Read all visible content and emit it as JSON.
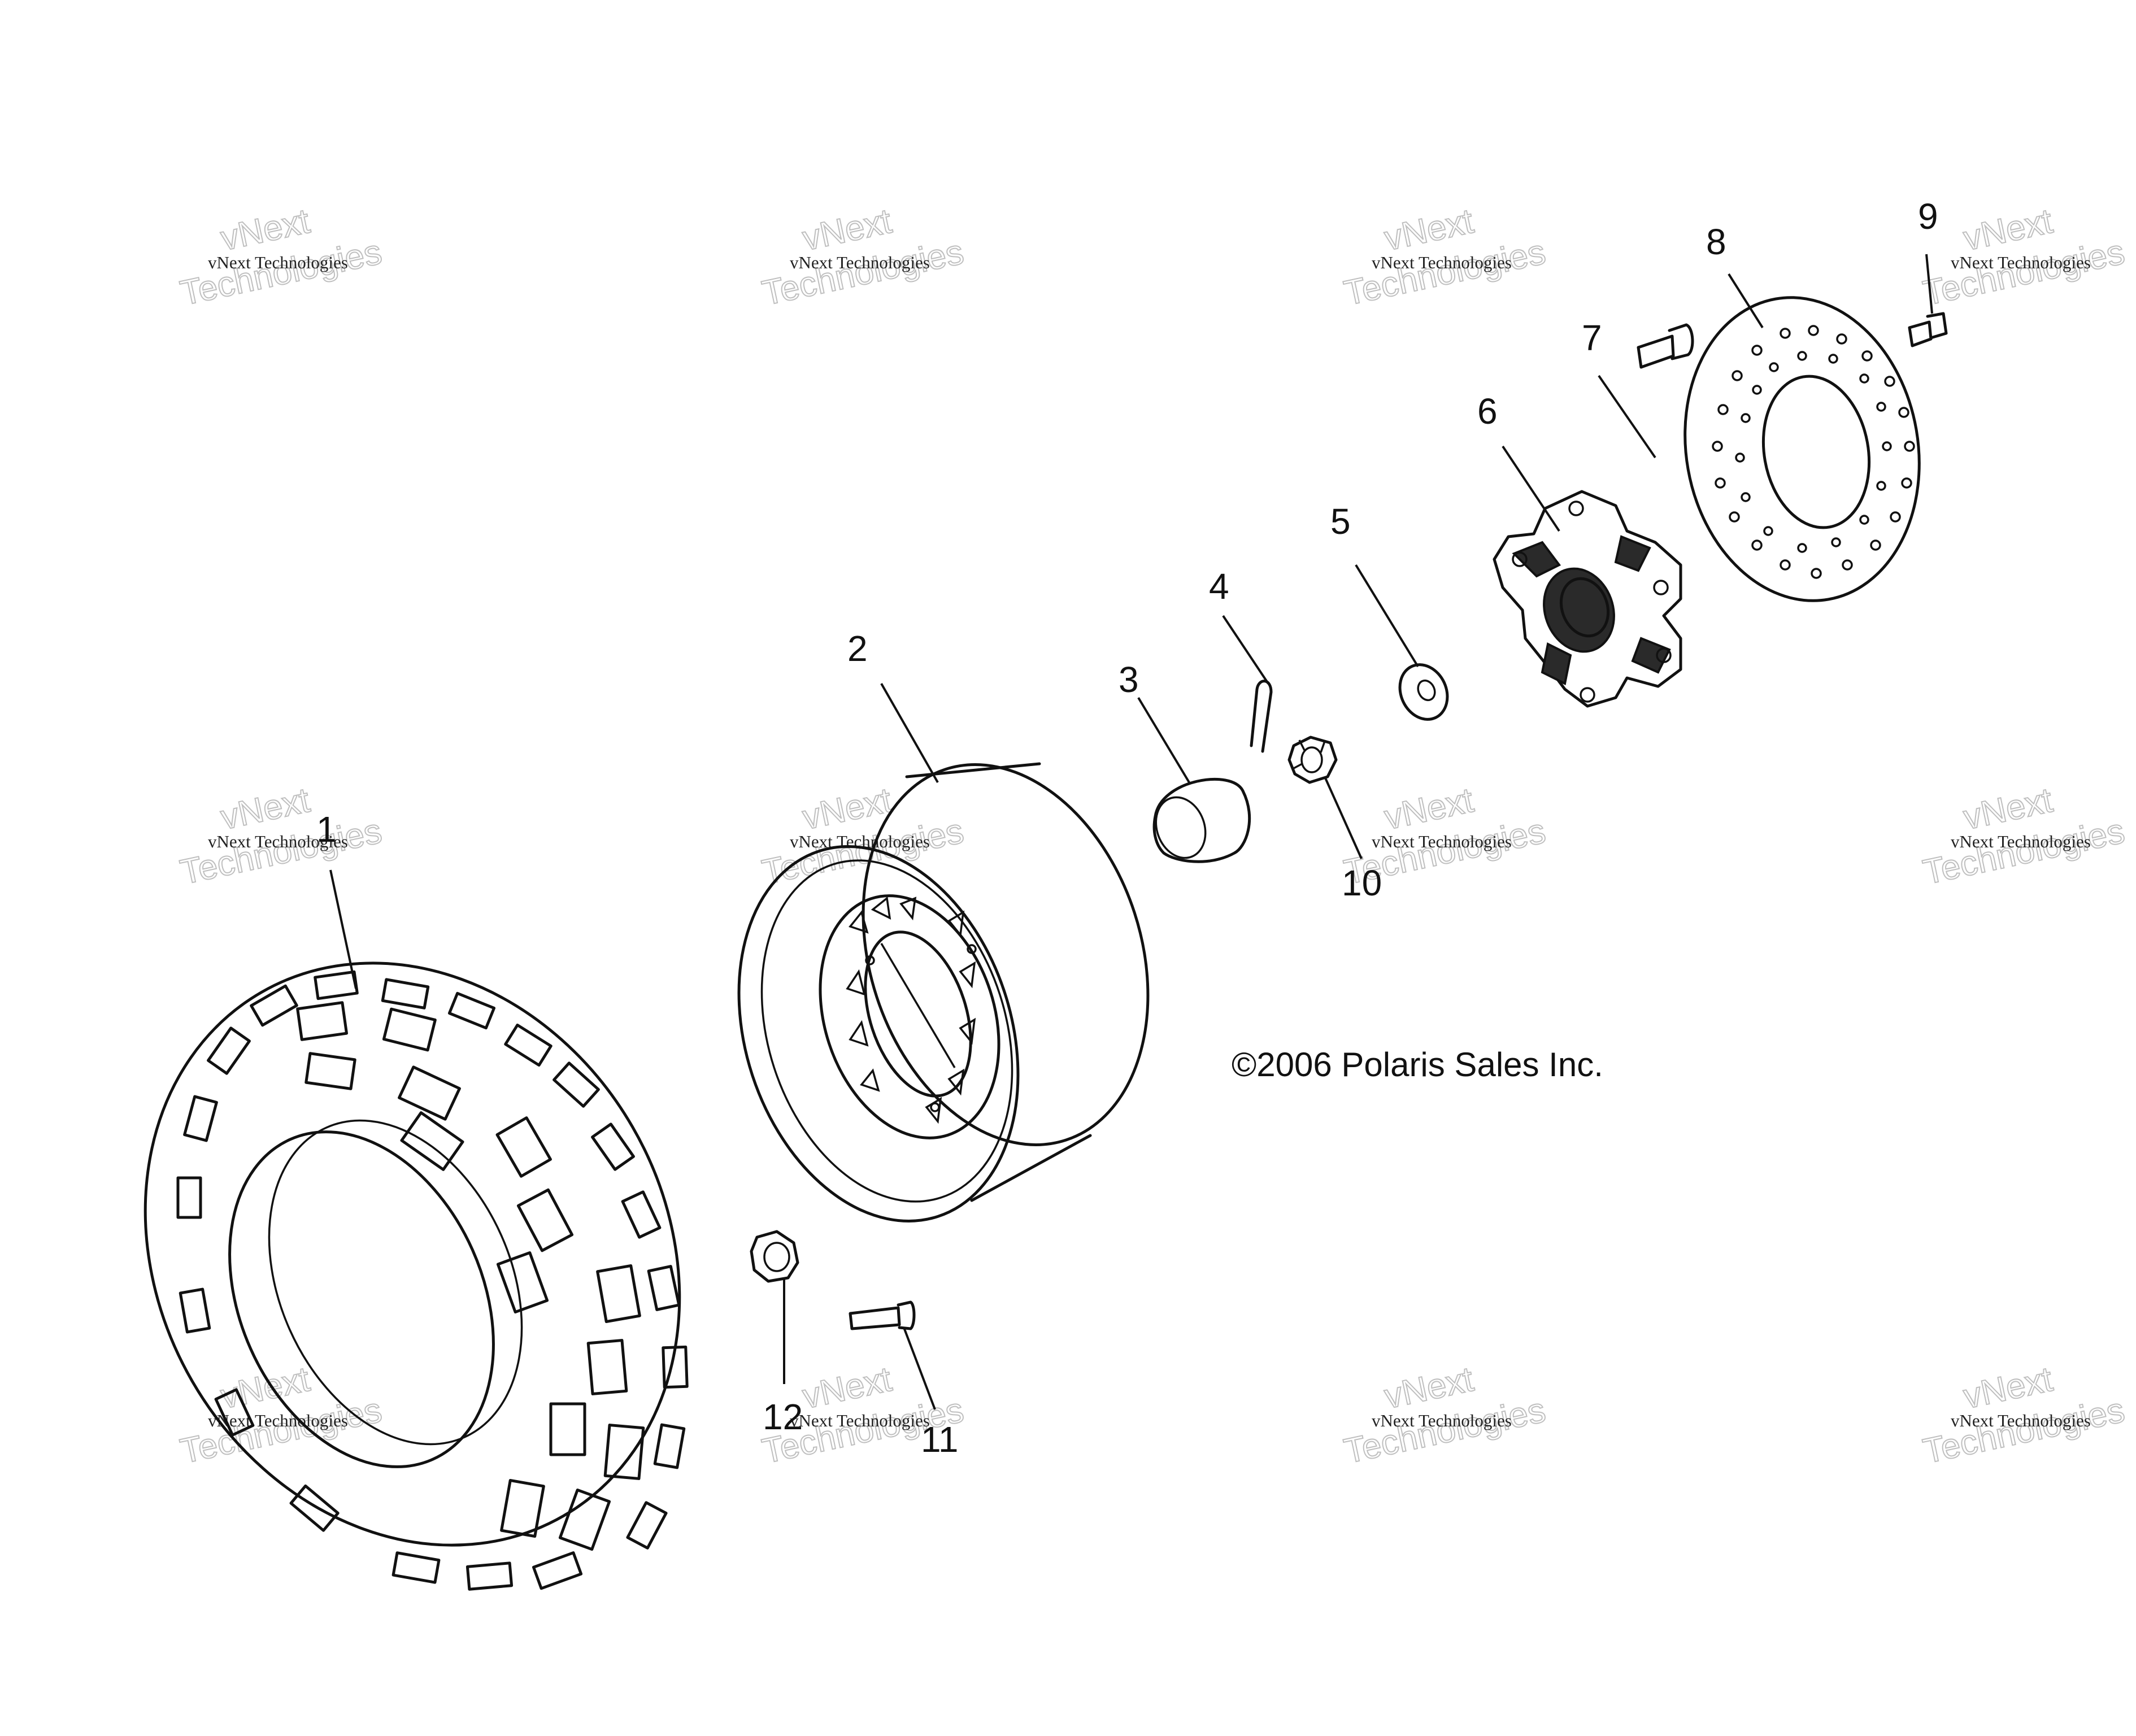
{
  "copyright": "©2006 Polaris Sales Inc.",
  "watermark": {
    "line_small": "vNext Technologies",
    "line_big_1": "vNext",
    "line_big_2": "Technologies"
  },
  "callouts": [
    {
      "id": "1",
      "part": "tire"
    },
    {
      "id": "2",
      "part": "wheel-rim"
    },
    {
      "id": "3",
      "part": "hub-cap"
    },
    {
      "id": "4",
      "part": "cotter-pin"
    },
    {
      "id": "5",
      "part": "washer"
    },
    {
      "id": "6",
      "part": "wheel-hub"
    },
    {
      "id": "7",
      "part": "hub-bolt"
    },
    {
      "id": "8",
      "part": "brake-disc"
    },
    {
      "id": "9",
      "part": "disc-bolt"
    },
    {
      "id": "10",
      "part": "castle-nut"
    },
    {
      "id": "11",
      "part": "wheel-stud"
    },
    {
      "id": "12",
      "part": "lug-nut"
    }
  ],
  "colors": {
    "line": "#111111",
    "background": "#ffffff",
    "watermark": "#b9b9b9"
  }
}
